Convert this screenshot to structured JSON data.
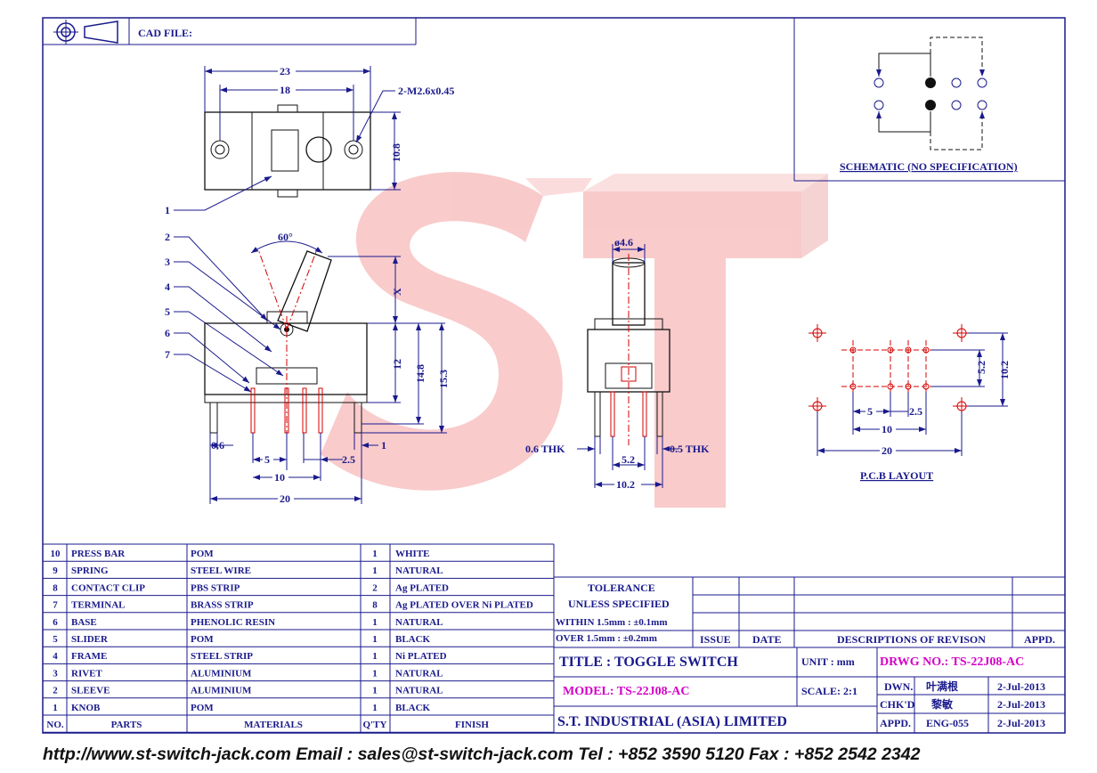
{
  "header": {
    "cad_label": "CAD FILE:"
  },
  "top_view": {
    "dim_overall": "23",
    "dim_holes": "18",
    "dim_height": "10.8",
    "hole_note": "2-M2.6x0.45"
  },
  "side_view": {
    "angle": "60°",
    "dim_x": "X",
    "dim_12": "12",
    "dim_14_8": "14.8",
    "dim_15_3": "15.3",
    "dim_0_6": "0.6",
    "dim_1": "1",
    "dim_5": "5",
    "dim_2_5": "2.5",
    "dim_10": "10",
    "dim_20": "20",
    "part_refs": [
      "1",
      "2",
      "3",
      "4",
      "5",
      "6",
      "7"
    ]
  },
  "end_view": {
    "dim_dia": "ø4.6",
    "dim_06thk": "0.6 THK",
    "dim_05thk": "0.5 THK",
    "dim_5_2": "5.2",
    "dim_10_2": "10.2"
  },
  "pcb_layout": {
    "dim_5": "5",
    "dim_2_5": "2.5",
    "dim_10": "10",
    "dim_20": "20",
    "dim_5_2": "5.2",
    "dim_10_2": "10.2",
    "label": "P.C.B LAYOUT"
  },
  "schematic": {
    "label": "SCHEMATIC (NO SPECIFICATION)"
  },
  "watermark": {
    "text": "ST",
    "color": "#f08080"
  },
  "bom": {
    "headers": [
      "NO.",
      "PARTS",
      "MATERIALS",
      "Q'TY",
      "FINISH"
    ],
    "rows": [
      [
        "10",
        "PRESS BAR",
        "POM",
        "1",
        "WHITE"
      ],
      [
        "9",
        "SPRING",
        "STEEL WIRE",
        "1",
        "NATURAL"
      ],
      [
        "8",
        "CONTACT CLIP",
        "PBS STRIP",
        "2",
        "Ag PLATED"
      ],
      [
        "7",
        "TERMINAL",
        "BRASS STRIP",
        "8",
        "Ag PLATED OVER Ni PLATED"
      ],
      [
        "6",
        "BASE",
        "PHENOLIC RESIN",
        "1",
        "NATURAL"
      ],
      [
        "5",
        "SLIDER",
        "POM",
        "1",
        "BLACK"
      ],
      [
        "4",
        "FRAME",
        "STEEL STRIP",
        "1",
        "Ni PLATED"
      ],
      [
        "3",
        "RIVET",
        "ALUMINIUM",
        "1",
        "NATURAL"
      ],
      [
        "2",
        "SLEEVE",
        "ALUMINIUM",
        "1",
        "NATURAL"
      ],
      [
        "1",
        "KNOB",
        "POM",
        "1",
        "BLACK"
      ]
    ]
  },
  "tolerance": {
    "line1": "TOLERANCE",
    "line2": "UNLESS  SPECIFIED",
    "line3": "WITHIN  1.5mm : ±0.1mm",
    "line4": "OVER    1.5mm : ±0.2mm"
  },
  "revision": {
    "issue": "ISSUE",
    "date": "DATE",
    "descriptions": "DESCRIPTIONS OF REVISON",
    "appd": "APPD."
  },
  "title_block": {
    "title": "TITLE : TOGGLE SWITCH",
    "unit": "UNIT :   mm",
    "drwg": "DRWG NO.: TS-22J08-AC",
    "model": "MODEL: TS-22J08-AC",
    "scale": "SCALE:  2:1",
    "company": "S.T.  INDUSTRIAL  (ASIA)  LIMITED",
    "dwn_label": "DWN.",
    "dwn_name": "叶满根",
    "dwn_date": "2-Jul-2013",
    "chkd_label": "CHK'D",
    "chkd_name": "黎敏",
    "chkd_date": "2-Jul-2013",
    "appd_label": "APPD.",
    "appd_name": "ENG-055",
    "appd_date": "2-Jul-2013"
  },
  "footer": {
    "text": "http://www.st-switch-jack.com  Email : sales@st-switch-jack.com  Tel : +852 3590 5120  Fax : +852 2542 2342"
  }
}
